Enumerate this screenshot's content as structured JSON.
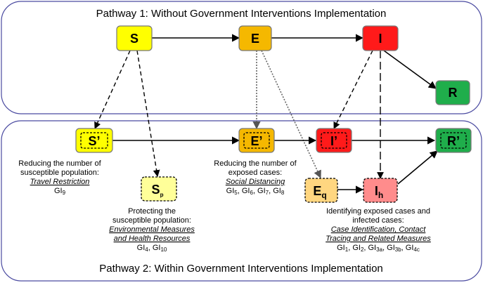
{
  "pathway1": {
    "title": "Pathway 1: Without Government Interventions Implementation"
  },
  "pathway2": {
    "title": "Pathway 2: Within Government Interventions Implementation"
  },
  "nodes": {
    "S": {
      "label": "S",
      "color": "#ffff00"
    },
    "E": {
      "label": "E",
      "color": "#f5b800"
    },
    "I": {
      "label": "I",
      "color": "#ff1a1a"
    },
    "R": {
      "label": "R",
      "color": "#1fae4b"
    },
    "S_prime": {
      "label": "S’",
      "color": "#ffff00"
    },
    "E_prime": {
      "label": "E’",
      "color": "#f5b800"
    },
    "I_prime": {
      "label": "I’",
      "color": "#ff1a1a"
    },
    "R_prime": {
      "label": "R’",
      "color": "#1fae4b"
    },
    "Sp": {
      "label": "S",
      "sub": "p",
      "color": "#ffff99"
    },
    "Eq": {
      "label": "E",
      "sub": "q",
      "color": "#ffd680"
    },
    "Ih": {
      "label": "I",
      "sub": "h",
      "color": "#ff8c8c"
    }
  },
  "captions": {
    "s_prime": {
      "line1": "Reducing the number of",
      "line2": "susceptible population:",
      "measure": "Travel Restriction",
      "gi": [
        "GI",
        "9"
      ]
    },
    "sp": {
      "line1": "Protecting the",
      "line2": "susceptible population:",
      "measure1": "Environmental Measures",
      "measure2": "and Health Resources",
      "gi": [
        "GI",
        "4",
        ", GI",
        "10"
      ]
    },
    "e_prime": {
      "line1": "Reducing the number of",
      "line2": "exposed cases:",
      "measure": "Social Distancing",
      "gi": [
        "GI",
        "5",
        ", GI",
        "6",
        ", GI",
        "7",
        ", GI",
        "8"
      ]
    },
    "eq_ih": {
      "line1": "Identifying exposed cases and",
      "line2": "infected cases:",
      "measure1": "Case Identification, Contact",
      "measure2": "Tracing and Related Measures",
      "gi": [
        "GI",
        "1",
        ", GI",
        "2",
        ", GI",
        "3a",
        ", GI",
        "3b",
        ", GI",
        "4c"
      ]
    }
  },
  "colors": {
    "frame": "#4a4aa0",
    "arrow": "#000000",
    "dotted": "#777777"
  }
}
